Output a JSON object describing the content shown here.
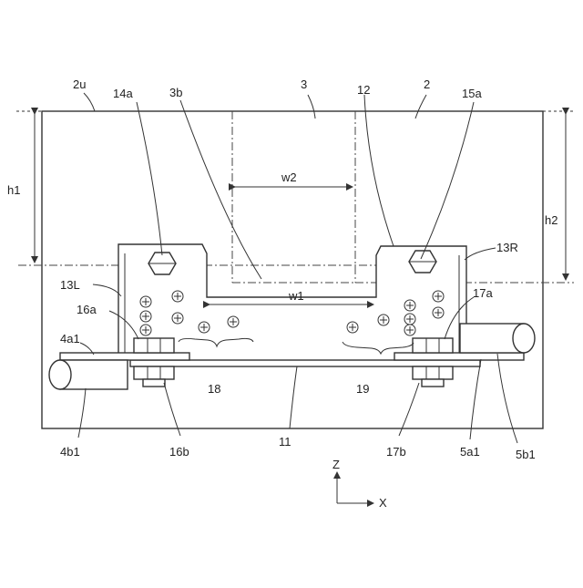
{
  "labels": {
    "l2u": "2u",
    "l14a": "14a",
    "l3b": "3b",
    "l3": "3",
    "l12": "12",
    "l2": "2",
    "l15a": "15a",
    "lh1": "h1",
    "lh2": "h2",
    "lw2": "w2",
    "lw1": "w1",
    "l13R": "13R",
    "l13L": "13L",
    "l16a": "16a",
    "l17a": "17a",
    "l4a1": "4a1",
    "l18": "18",
    "l19": "19",
    "l4b1": "4b1",
    "l16b": "16b",
    "l11": "11",
    "l17b": "17b",
    "l5a1": "5a1",
    "l5b1": "5b1",
    "lz": "Z",
    "lx": "X"
  }
}
